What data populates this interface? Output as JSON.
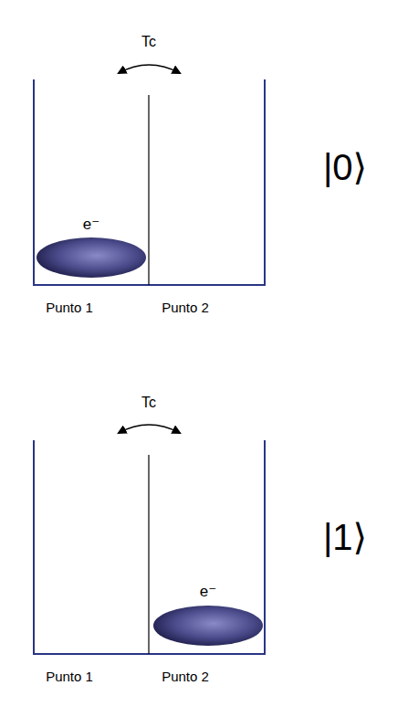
{
  "diagram": {
    "labels": [
      "Tc",
      "e⁻",
      "|0⟩",
      "Punto 1",
      "Punto 2",
      "Tc",
      "e⁻",
      "|1⟩",
      "Punto 1",
      "Punto 2"
    ]
  }
}
